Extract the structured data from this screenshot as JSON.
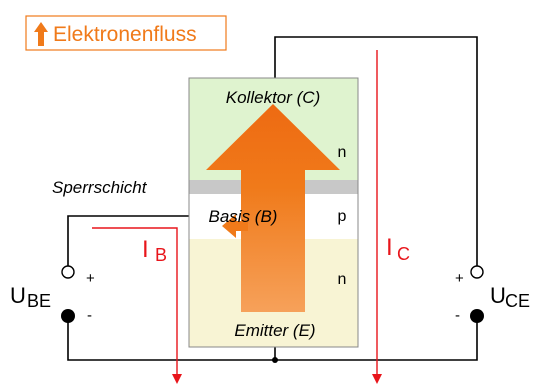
{
  "legend": {
    "label": "Elektronenfluss",
    "icon": "orange-up-arrow-icon",
    "color": "#f07a1a"
  },
  "transistor": {
    "collector": "Kollektor (C)",
    "base": "Basis (B)",
    "emitter": "Emitter (E)",
    "collector_doping": "n",
    "base_doping": "p",
    "emitter_doping": "n",
    "depletion_label": "Sperrschicht"
  },
  "currents": {
    "base": {
      "symbol": "I",
      "sub": "B",
      "color": "#e8151b"
    },
    "collector": {
      "symbol": "I",
      "sub": "C",
      "color": "#e8151b"
    }
  },
  "voltages": {
    "ube": {
      "symbol": "U",
      "sub": "BE",
      "plus": "+",
      "minus": "-"
    },
    "uce": {
      "symbol": "U",
      "sub": "CE",
      "plus": "+",
      "minus": "-"
    }
  },
  "colors": {
    "collector_region": "#dff3cf",
    "base_region": "#ffffff",
    "emitter_region": "#f8f4d4",
    "depletion_band": "#c8c8c8",
    "arrow_fill": "#f07a1a",
    "current_arrows": "#e8151b"
  }
}
